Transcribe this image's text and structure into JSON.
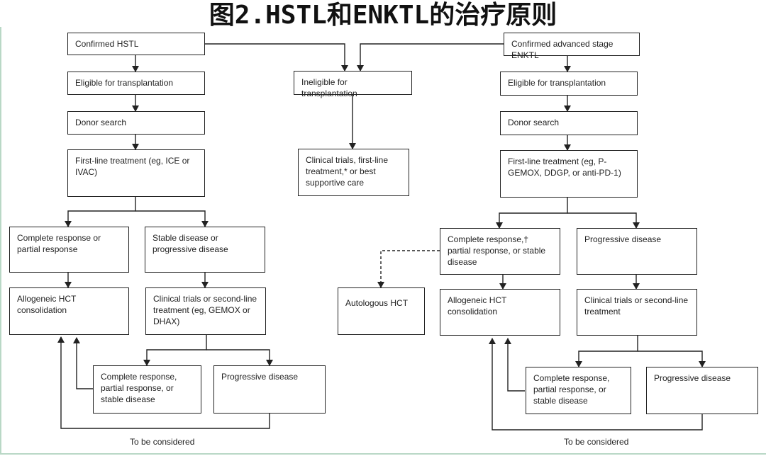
{
  "title": "图2.HSTL和ENKTL的治疗原则",
  "nodes": {
    "confirmed_hstl": "Confirmed HSTL",
    "eligible_left": "Eligible for transplantation",
    "donor_left": "Donor search",
    "firstline_left": "First-line treatment (eg, ICE or IVAC)",
    "cr_pr_left": "Complete response or partial response",
    "sd_pd_left": "Stable disease or progressive disease",
    "allo_left": "Allogeneic HCT consolidation",
    "trials_left": "Clinical trials or second-line treatment (eg, GEMOX or DHAX)",
    "cr_pr_sd_left": "Complete response, partial response, or stable disease",
    "pd_left": "Progressive disease",
    "ineligible": "Ineligible for transplantation",
    "clinical_center": "Clinical trials, first-line treatment,* or best supportive care",
    "autologous": "Autologous HCT",
    "confirmed_enktl": "Confirmed advanced stage ENKTL",
    "eligible_right": "Eligible for transplantation",
    "donor_right": "Donor search",
    "firstline_right": "First-line treatment (eg, P-GEMOX, DDGP, or anti-PD-1)",
    "cr_pr_sd_right": "Complete response,† partial response, or stable disease",
    "pd_right_top": "Progressive disease",
    "allo_right": "Allogeneic HCT consolidation",
    "trials_right": "Clinical trials or second-line treatment",
    "cr_pr_sd_right2": "Complete response, partial response, or stable disease",
    "pd_right2": "Progressive disease"
  },
  "captions": {
    "considered_left": "To be considered",
    "considered_right": "To be considered"
  },
  "colors": {
    "frame": "#b9d8c6",
    "line": "#222222"
  }
}
